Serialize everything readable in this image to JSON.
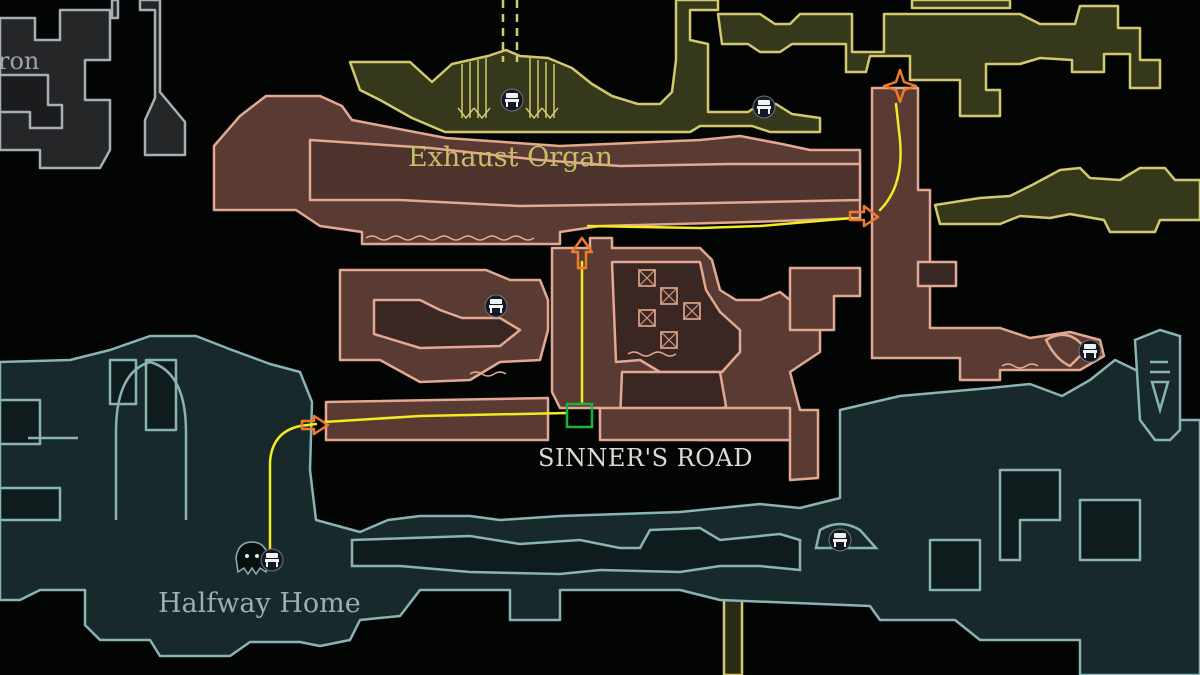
{
  "map": {
    "areas": {
      "partial_label": "ron",
      "exhaust_organ": "Exhaust Organ",
      "sinners_road": "SINNER'S ROAD",
      "halfway_home": "Halfway Home"
    },
    "colors": {
      "sinners_road_fill": "#5a3b34",
      "sinners_road_edge": "#e2a990",
      "exhaust_fill": "#36381c",
      "exhaust_edge": "#d3c96c",
      "halfway_fill": "#17292a",
      "halfway_edge": "#8ab3b3",
      "northwest_fill": "#242628",
      "northwest_edge": "#a9aeb4",
      "route": "#f3ea21",
      "route_arrow": "#ef7a2a",
      "destination_marker": "#ef7a2a",
      "current_position": "#1db23f"
    },
    "icons": [
      "bench-icon",
      "npc-icon",
      "destination-star-icon",
      "current-position-icon",
      "route-arrow-icon"
    ]
  }
}
